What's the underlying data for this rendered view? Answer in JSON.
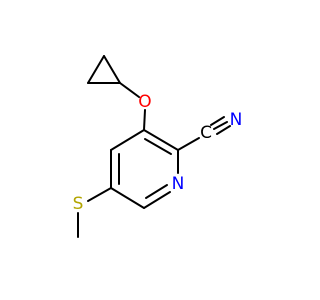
{
  "molecule": {
    "atoms": {
      "O": {
        "symbol": "O",
        "color": "#ff0000"
      },
      "S": {
        "symbol": "S",
        "color": "#b2a500"
      },
      "N_ring": {
        "symbol": "N",
        "color": "#0000ff"
      },
      "C_nitrile": {
        "symbol": "C",
        "color": "#000000"
      },
      "N_nitrile": {
        "symbol": "N",
        "color": "#0000ff"
      }
    },
    "bond_color": "#000000"
  }
}
